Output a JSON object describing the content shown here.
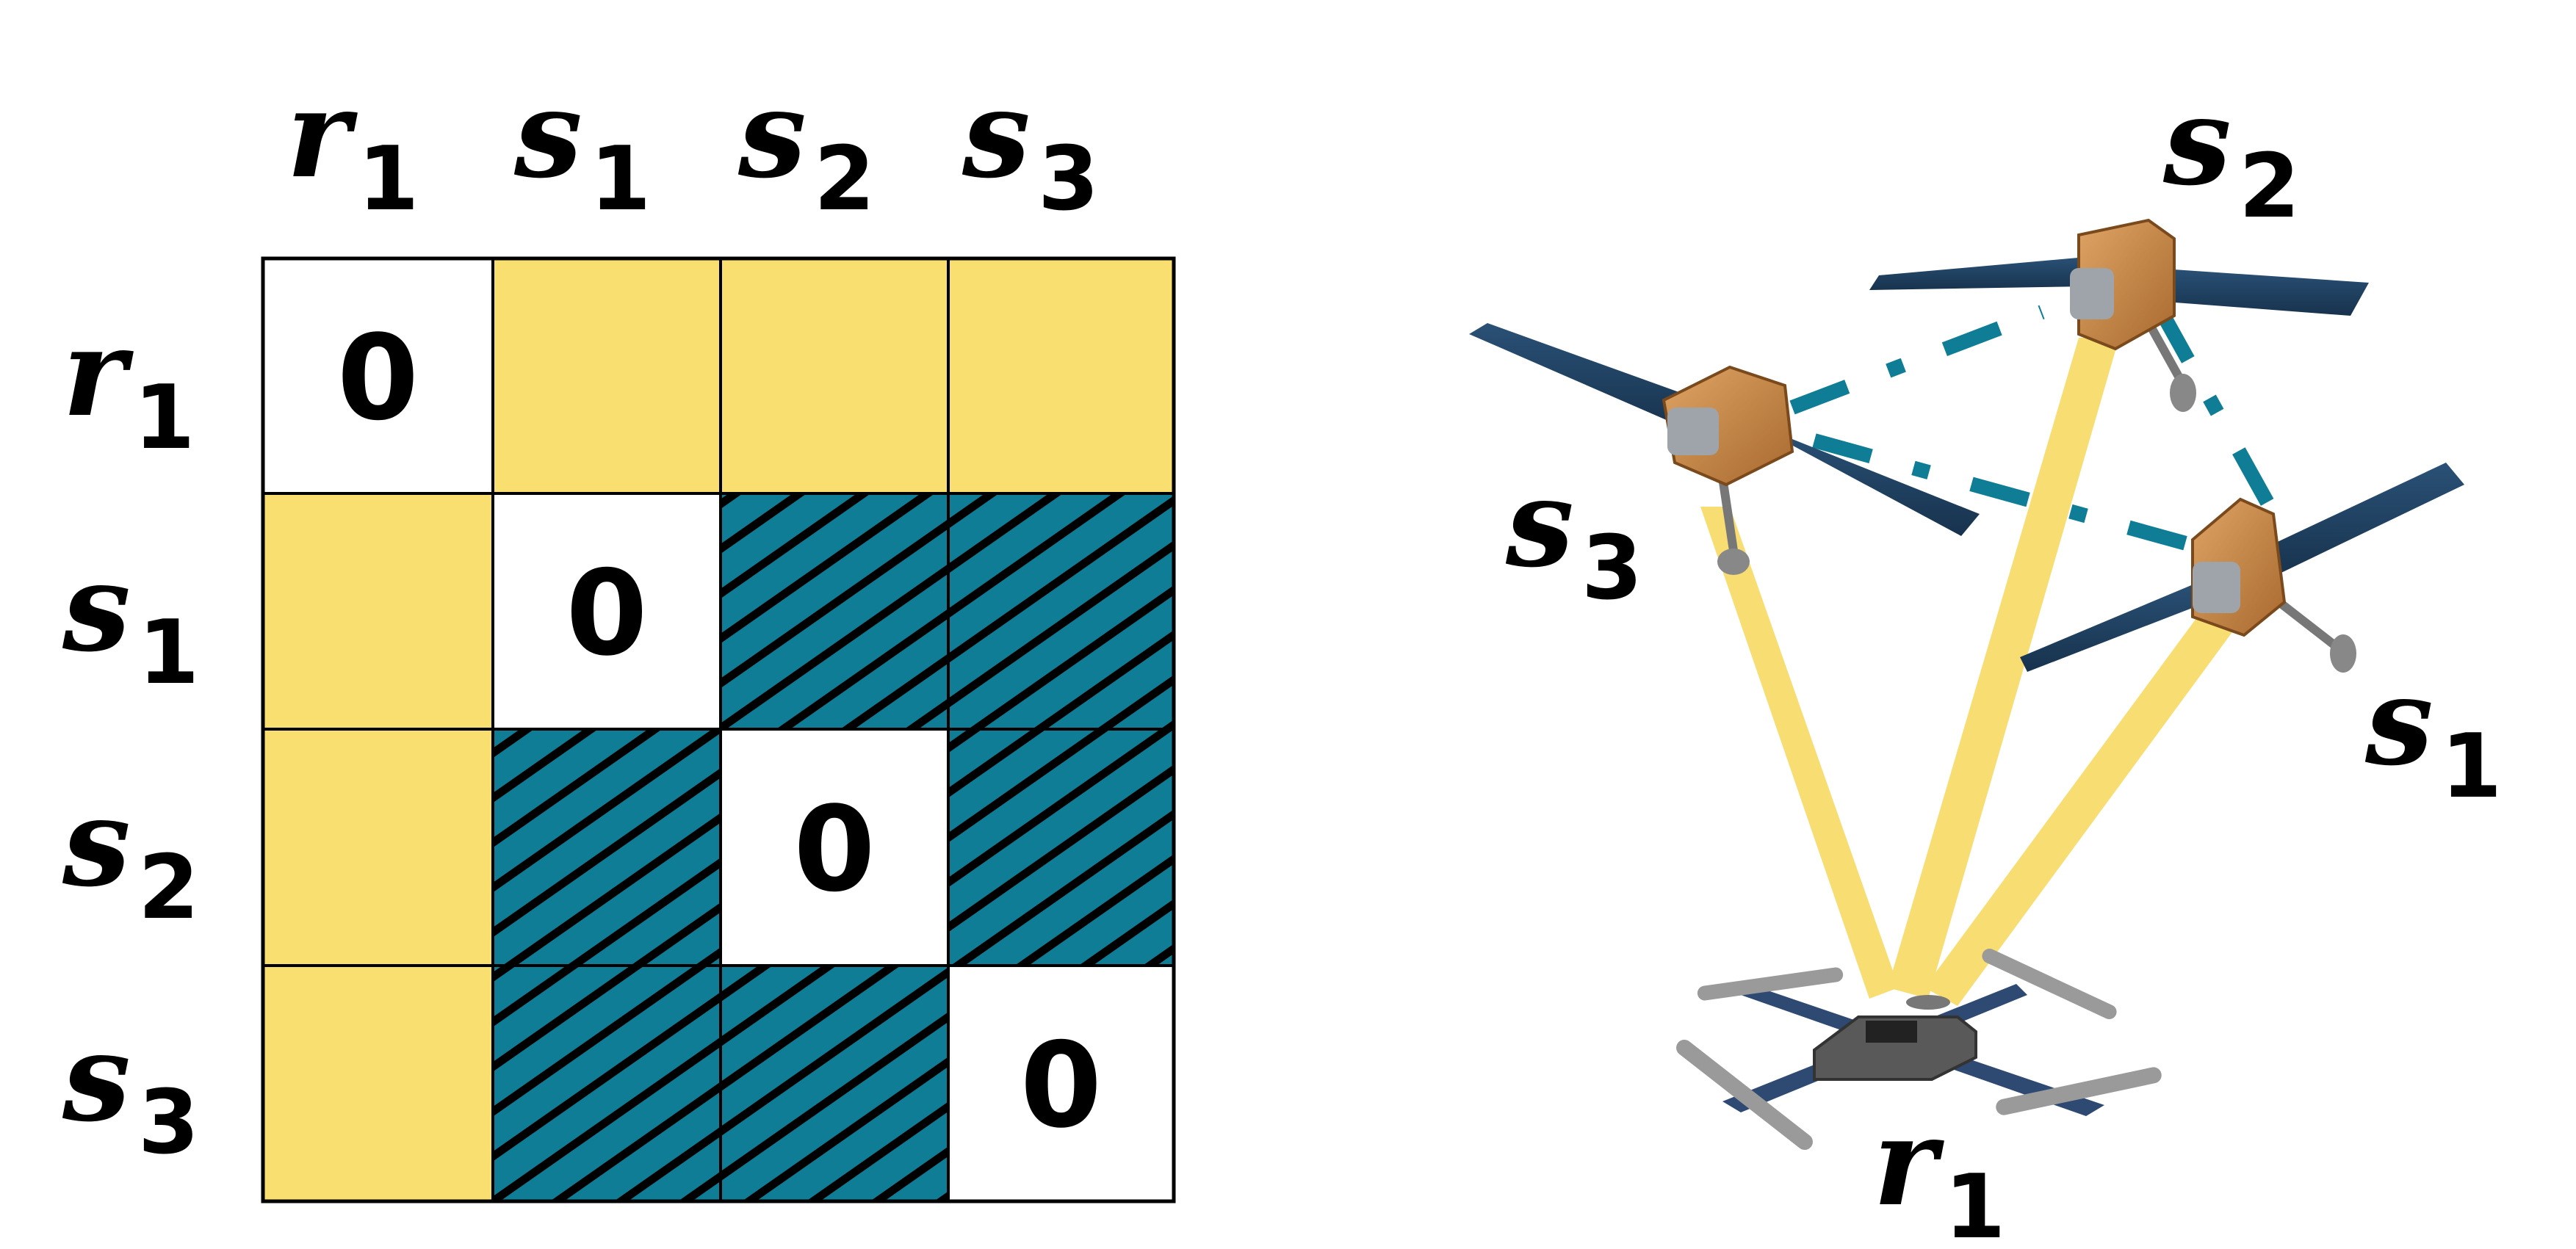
{
  "matrix": {
    "column_headers": [
      {
        "base": "r",
        "sub": "1"
      },
      {
        "base": "s",
        "sub": "1"
      },
      {
        "base": "s",
        "sub": "2"
      },
      {
        "base": "s",
        "sub": "3"
      }
    ],
    "row_headers": [
      {
        "base": "r",
        "sub": "1"
      },
      {
        "base": "s",
        "sub": "1"
      },
      {
        "base": "s",
        "sub": "2"
      },
      {
        "base": "s",
        "sub": "3"
      }
    ],
    "cells": [
      [
        "zero",
        "yellow",
        "yellow",
        "yellow"
      ],
      [
        "yellow",
        "zero",
        "hatched",
        "hatched"
      ],
      [
        "yellow",
        "hatched",
        "zero",
        "hatched"
      ],
      [
        "yellow",
        "hatched",
        "hatched",
        "zero"
      ]
    ],
    "zero_text": "0"
  },
  "scene": {
    "labels": {
      "s2": {
        "base": "s",
        "sub": "2"
      },
      "s3": {
        "base": "s",
        "sub": "3"
      },
      "s1": {
        "base": "s",
        "sub": "1"
      },
      "r1": {
        "base": "r",
        "sub": "1"
      }
    }
  },
  "colors": {
    "yellow": "#f9df70",
    "teal": "#0e7d95",
    "beam": "#f8dd72",
    "panel": "#1f3d5c",
    "body": "#c98a45",
    "drone": "#555555"
  }
}
